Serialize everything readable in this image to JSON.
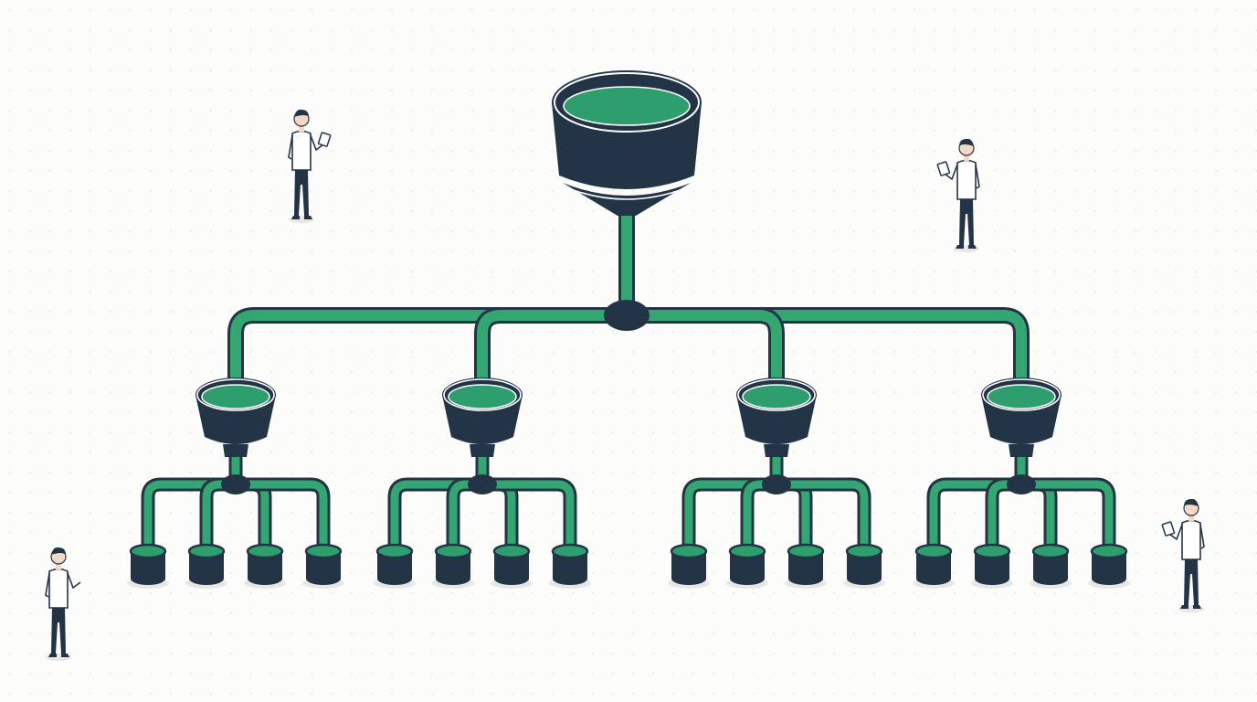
{
  "diagram": {
    "type": "distribution-tree",
    "levels": [
      "source-funnel",
      "mid-funnel",
      "container"
    ],
    "mid_funnel_count": 4,
    "containers_per_funnel": 4,
    "people_count": 4,
    "colors": {
      "background": "#fcfcfb",
      "dots": "#e6e6e4",
      "navy": "#243447",
      "liquid": "#2e9e6e",
      "pipe": "#33a672",
      "skin": "#f3d9c4",
      "shirt": "#ffffff",
      "shadow": "#e7e8e6"
    },
    "icons": [
      "funnel-icon",
      "pipe-icon",
      "junction-node-icon",
      "container-icon",
      "person-icon"
    ]
  }
}
